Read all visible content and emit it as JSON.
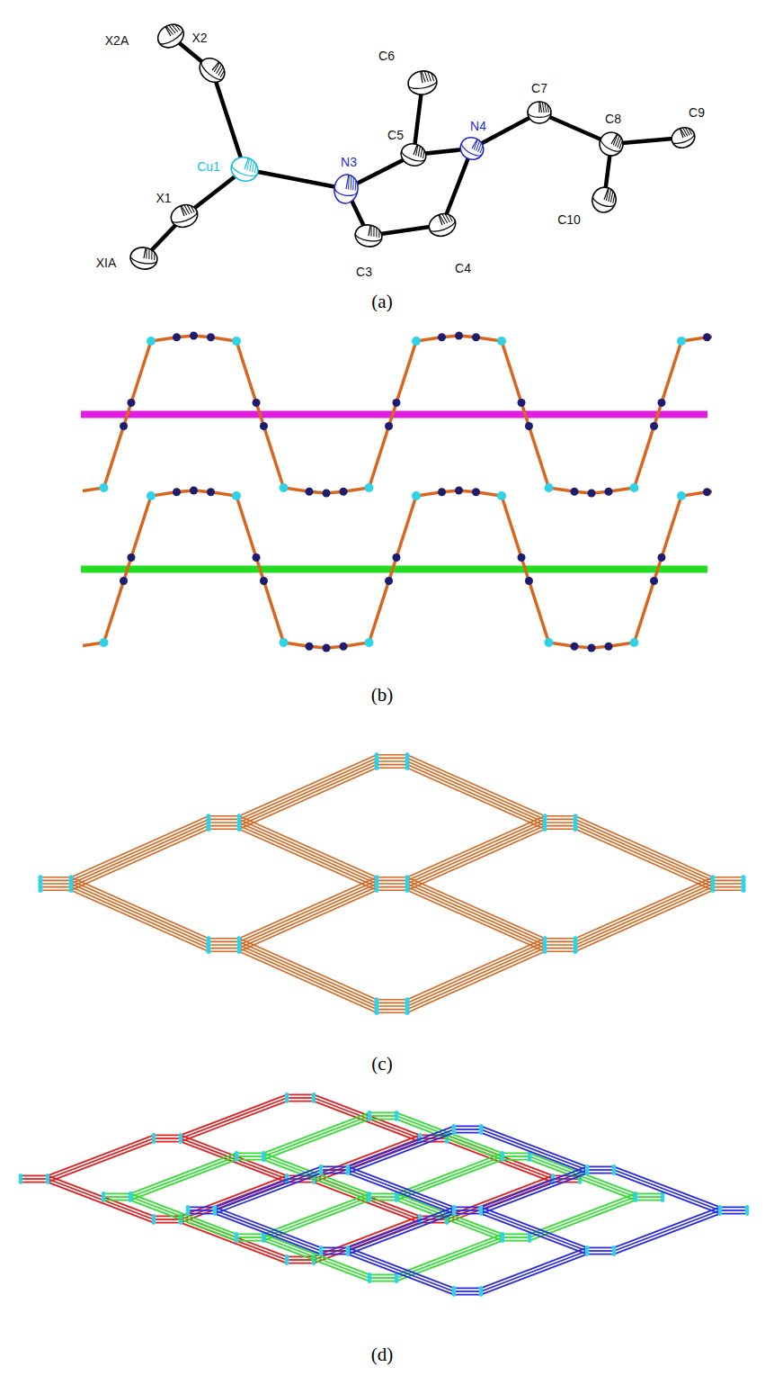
{
  "diagram": {
    "labels": [
      "X2A",
      "C6",
      "X2",
      "C7",
      "C9",
      "C8",
      "N4",
      "C5",
      "N3",
      "Cu1",
      "X1",
      "C10",
      "XIA",
      "C4",
      "C3",
      "(a)",
      "(b)",
      "(c)",
      "(d)"
    ]
  }
}
